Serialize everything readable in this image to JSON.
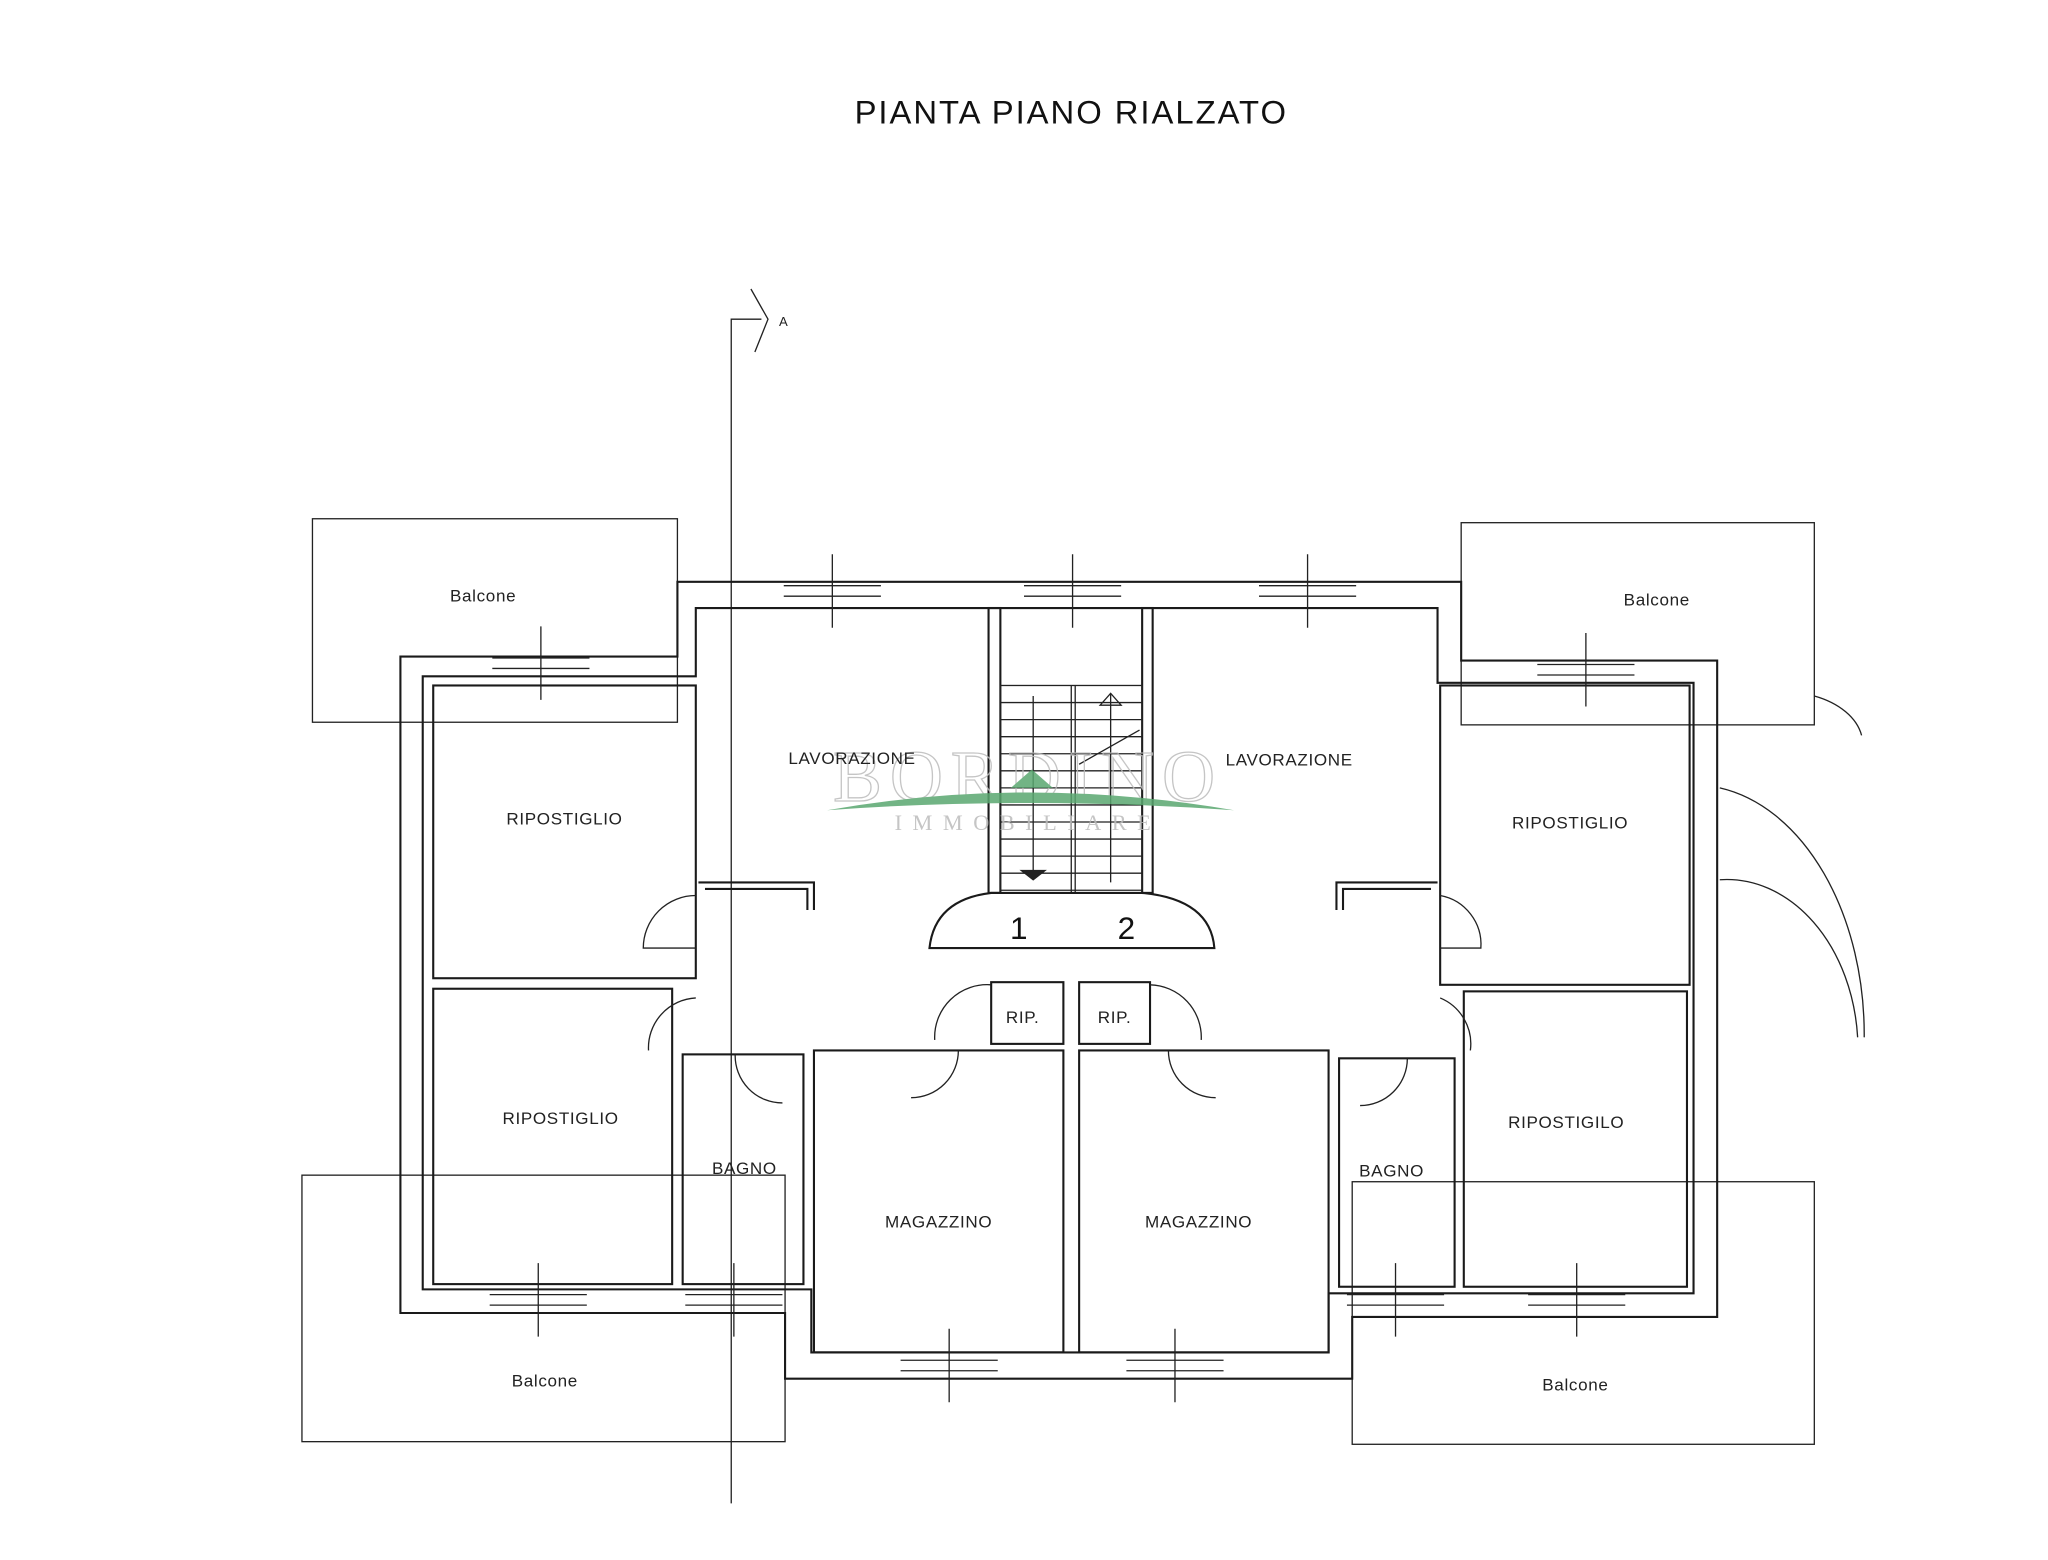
{
  "title": "PIANTA PIANO RIALZATO",
  "section_marker": "A",
  "rooms": {
    "lavorazione_left": "LAVORAZIONE",
    "lavorazione_right": "LAVORAZIONE",
    "ripostiglio_top_left": "RIPOSTIGLIO",
    "ripostiglio_bottom_left": "RIPOSTIGLIO",
    "ripostiglio_top_right": "RIPOSTIGLIO",
    "ripostiglio_bottom_right": "RIPOSTIGILO",
    "bagno_left": "BAGNO",
    "bagno_right": "BAGNO",
    "magazzino_left": "MAGAZZINO",
    "magazzino_right": "MAGAZZINO",
    "rip_left": "RIP.",
    "rip_right": "RIP."
  },
  "balconies": {
    "top_left": "Balcone",
    "top_right": "Balcone",
    "bottom_left": "Balcone",
    "bottom_right": "Balcone"
  },
  "entrances": {
    "one": "1",
    "two": "2"
  },
  "watermark": {
    "brand": "BORDINO",
    "sub": "IMMOBILIARE",
    "color": "#5aa870"
  }
}
